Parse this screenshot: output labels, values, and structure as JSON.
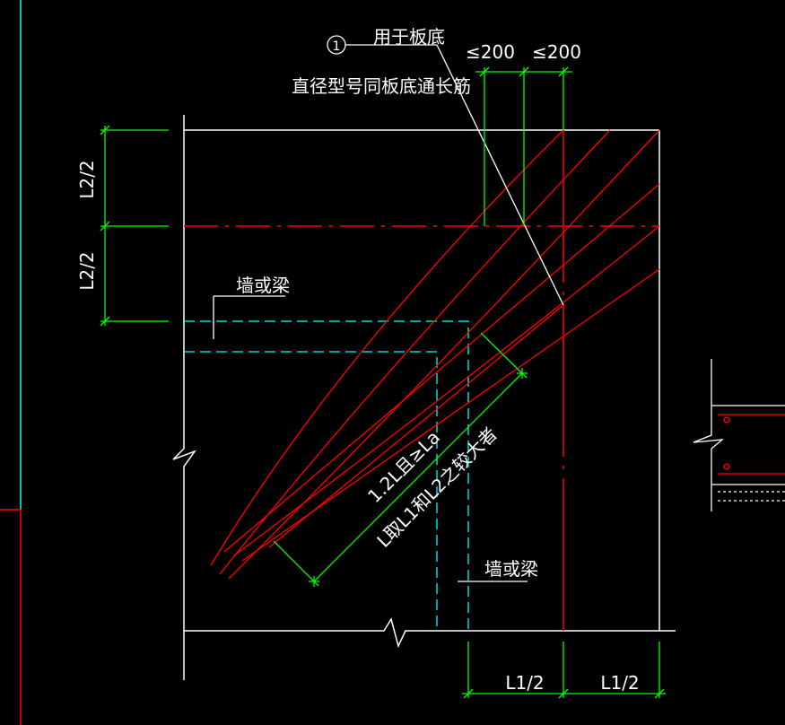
{
  "drawing": {
    "callout_number": "1",
    "callout_line1": "用于板底",
    "callout_line2": "直径型号同板底通长筋",
    "spacing_label_left": "≤200",
    "spacing_label_right": "≤200",
    "dim_top": "L2/2",
    "dim_bottom": "L2/2",
    "label_wall_beam_top": "墙或梁",
    "label_wall_beam_bottom": "墙或梁",
    "diag_dim_line1": "1.2L且≥La",
    "diag_dim_line2": "L取L1和L2之较大者",
    "dim_bottom_left": "L1/2",
    "dim_bottom_right": "L1/2"
  },
  "colors": {
    "background": "#000000",
    "outline": "#ffffff",
    "rebar": "#ff0000",
    "dimension": "#00ff00",
    "hidden": "#00ffff",
    "leader": "#ffffff"
  }
}
